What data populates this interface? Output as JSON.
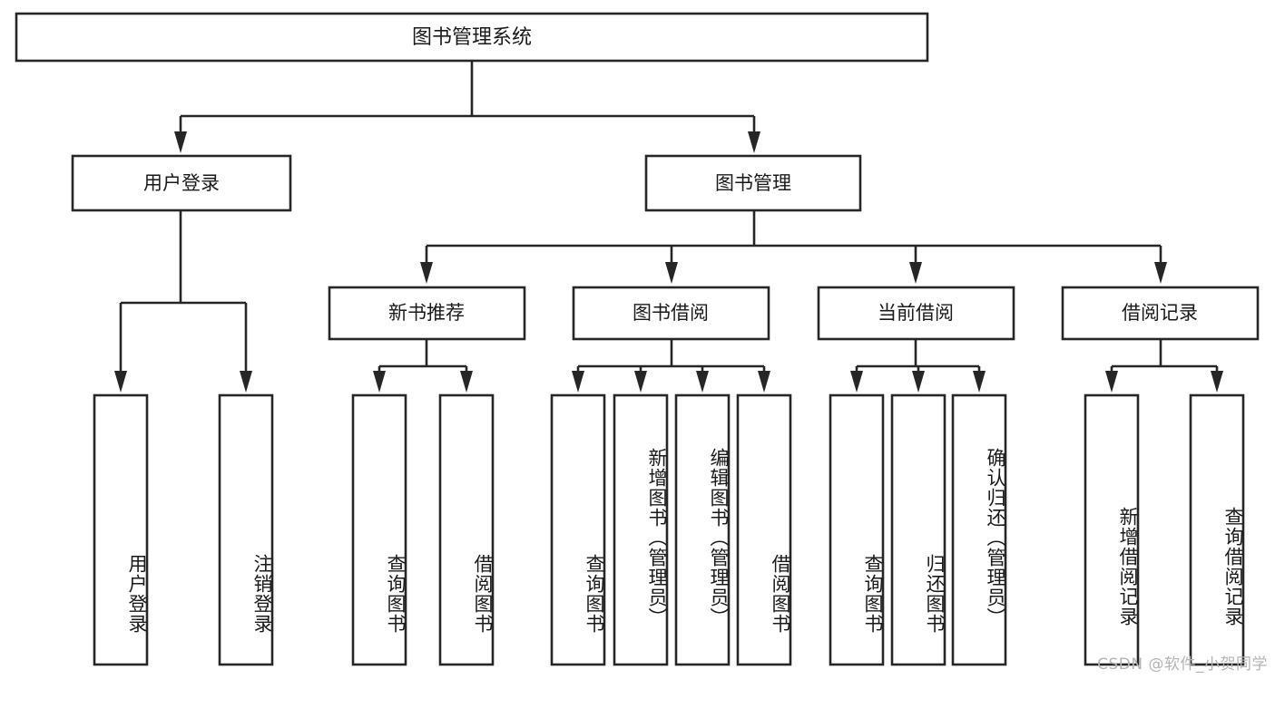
{
  "diagram": {
    "title": "图书管理系统",
    "type": "tree-hierarchy",
    "watermark": "CSDN @软件_小贺同学",
    "colors": {
      "background": "#ffffff",
      "box_fill": "#ffffff",
      "box_stroke": "#262626",
      "connector": "#262626",
      "text": "#1a1a1a",
      "watermark": "#b4b4b4"
    },
    "root": {
      "label": "图书管理系统"
    },
    "level2": [
      {
        "label": "用户登录"
      },
      {
        "label": "图书管理"
      }
    ],
    "level3": [
      {
        "label": "新书推荐"
      },
      {
        "label": "图书借阅"
      },
      {
        "label": "当前借阅"
      },
      {
        "label": "借阅记录"
      }
    ],
    "leaves": {
      "user_login": [
        {
          "label": "用户登录"
        },
        {
          "label": "注销登录"
        }
      ],
      "new_book_recommend": [
        {
          "label": "查询图书"
        },
        {
          "label": "借阅图书"
        }
      ],
      "book_borrow": [
        {
          "label": "查询图书"
        },
        {
          "label": "新增图书（管理员）"
        },
        {
          "label": "编辑图书（管理员）"
        },
        {
          "label": "借阅图书"
        }
      ],
      "current_borrow": [
        {
          "label": "查询图书"
        },
        {
          "label": "归还图书"
        },
        {
          "label": "确认归还（管理员）"
        }
      ],
      "borrow_record": [
        {
          "label": "新增借阅记录"
        },
        {
          "label": "查询借阅记录"
        }
      ]
    }
  }
}
